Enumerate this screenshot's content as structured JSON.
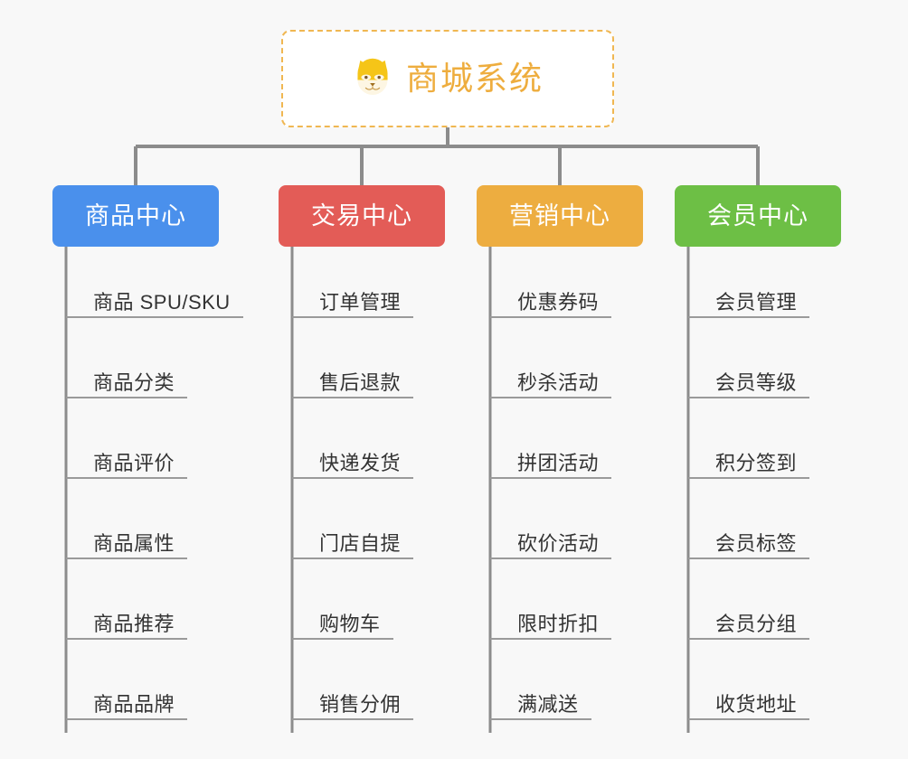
{
  "background_color": "#f8f8f8",
  "root": {
    "title": "商城系统",
    "icon": "shiba-dog-face-icon",
    "text_color": "#eead3e",
    "border_color": "#f0b752",
    "background_color": "#ffffff"
  },
  "connector_color": "#8c8c8c",
  "leaf_underline_color": "#9a9a9a",
  "leaf_text_color": "#333333",
  "chart_data": {
    "type": "diagram",
    "diagram_type": "organization-tree",
    "title": "商城系统",
    "levels": 3,
    "root_label": "商城系统",
    "branch_count": 4,
    "leaves_per_branch": 6
  },
  "categories": [
    {
      "label": "商品中心",
      "color": "#4a90ec",
      "items": [
        {
          "label": "商品 SPU/SKU"
        },
        {
          "label": "商品分类"
        },
        {
          "label": "商品评价"
        },
        {
          "label": "商品属性"
        },
        {
          "label": "商品推荐"
        },
        {
          "label": "商品品牌"
        }
      ]
    },
    {
      "label": "交易中心",
      "color": "#e35c57",
      "items": [
        {
          "label": "订单管理"
        },
        {
          "label": "售后退款"
        },
        {
          "label": "快递发货"
        },
        {
          "label": "门店自提"
        },
        {
          "label": "购物车"
        },
        {
          "label": "销售分佣"
        }
      ]
    },
    {
      "label": "营销中心",
      "color": "#edad40",
      "items": [
        {
          "label": "优惠券码"
        },
        {
          "label": "秒杀活动"
        },
        {
          "label": "拼团活动"
        },
        {
          "label": "砍价活动"
        },
        {
          "label": "限时折扣"
        },
        {
          "label": "满减送"
        }
      ]
    },
    {
      "label": "会员中心",
      "color": "#6dbf45",
      "items": [
        {
          "label": "会员管理"
        },
        {
          "label": "会员等级"
        },
        {
          "label": "积分签到"
        },
        {
          "label": "会员标签"
        },
        {
          "label": "会员分组"
        },
        {
          "label": "收货地址"
        }
      ]
    }
  ]
}
